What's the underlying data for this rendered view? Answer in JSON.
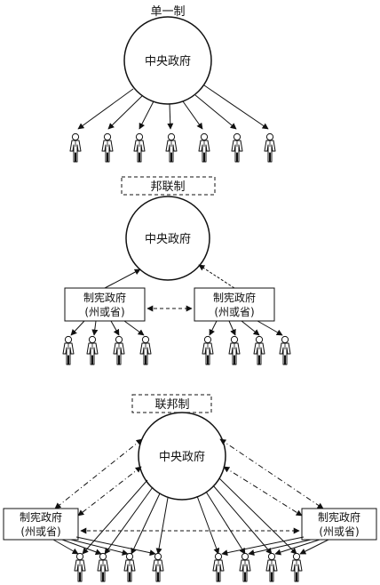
{
  "unitary": {
    "title": "单一制",
    "central": "中央政府"
  },
  "confederation": {
    "title": "邦联制",
    "central": "中央政府",
    "state_left": {
      "line1": "制宪政府",
      "line2": "(州或省)"
    },
    "state_right": {
      "line1": "制宪政府",
      "line2": "(州或省)"
    }
  },
  "federation": {
    "title": "联邦制",
    "central": "中央政府",
    "state_left": {
      "line1": "制宪政府",
      "line2": "(州或省)"
    },
    "state_right": {
      "line1": "制宪政府",
      "line2": "(州或省)"
    }
  }
}
